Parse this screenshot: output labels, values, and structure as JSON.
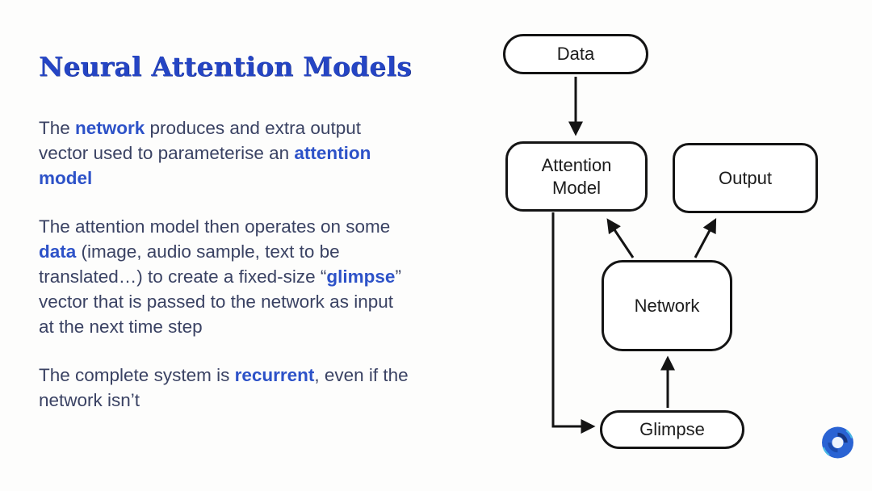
{
  "slide": {
    "title": "Neural Attention Models",
    "paragraphs": [
      {
        "segments": [
          {
            "text": "The "
          },
          {
            "text": "network",
            "bold": true
          },
          {
            "text": " produces and extra output\nvector used to parameterise an "
          },
          {
            "text": "attention\nmodel",
            "bold": true
          }
        ]
      },
      {
        "segments": [
          {
            "text": "The attention model then operates on some\n"
          },
          {
            "text": "data",
            "bold": true
          },
          {
            "text": " (image, audio sample, text to be\ntranslated…) to create a fixed-size “"
          },
          {
            "text": "glimpse",
            "bold": true
          },
          {
            "text": "”\nvector that is passed to the network as input\nat the next time step"
          }
        ]
      },
      {
        "segments": [
          {
            "text": "The complete system is "
          },
          {
            "text": "recurrent",
            "bold": true
          },
          {
            "text": ", even if the\nnetwork isn’t"
          }
        ]
      }
    ]
  },
  "diagram": {
    "nodes": [
      {
        "id": "data",
        "label": "Data"
      },
      {
        "id": "attention-model",
        "label": "Attention Model"
      },
      {
        "id": "output",
        "label": "Output"
      },
      {
        "id": "network",
        "label": "Network"
      },
      {
        "id": "glimpse",
        "label": "Glimpse"
      }
    ],
    "edges": [
      {
        "from": "data",
        "to": "attention-model"
      },
      {
        "from": "network",
        "to": "attention-model"
      },
      {
        "from": "network",
        "to": "output"
      },
      {
        "from": "glimpse",
        "to": "network"
      },
      {
        "from": "attention-model",
        "to": "glimpse"
      }
    ]
  },
  "branding": {
    "logo_icon": "blue-swirl-logo"
  },
  "colors": {
    "background": "#fdfdfc",
    "title": "#2545c4",
    "body_text": "#3a4263",
    "accent": "#2d52c8",
    "diagram_stroke": "#141414",
    "node_fill": "#ffffff",
    "logo_blue": "#2a63d3",
    "logo_navy": "#17357f",
    "logo_cyan": "#49b8e5"
  }
}
